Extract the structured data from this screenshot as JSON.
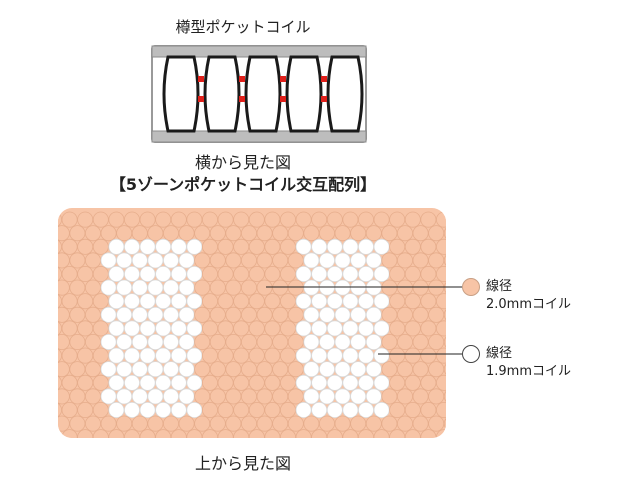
{
  "side_view": {
    "title": "樽型ポケットコイル",
    "caption": "横から見た図",
    "coil_count": 5
  },
  "top_view": {
    "heading": "【5ゾーンポケットコイル交互配列】",
    "caption": "上から見た図"
  },
  "legend": [
    {
      "label_line1": "線径",
      "label_line2": "2.0mmコイル",
      "color": "#f7c4a6"
    },
    {
      "label_line1": "線径",
      "label_line2": "1.9mmコイル",
      "color": "#ffffff"
    }
  ],
  "colors": {
    "coil_2_0": "#f7c4a6",
    "coil_1_9": "#ffffff",
    "mat_background": "#f7c4a6",
    "coil_stroke": "#1a1a1a",
    "joint_red": "#e0201b",
    "frame_gray": "#9a9a9a"
  }
}
